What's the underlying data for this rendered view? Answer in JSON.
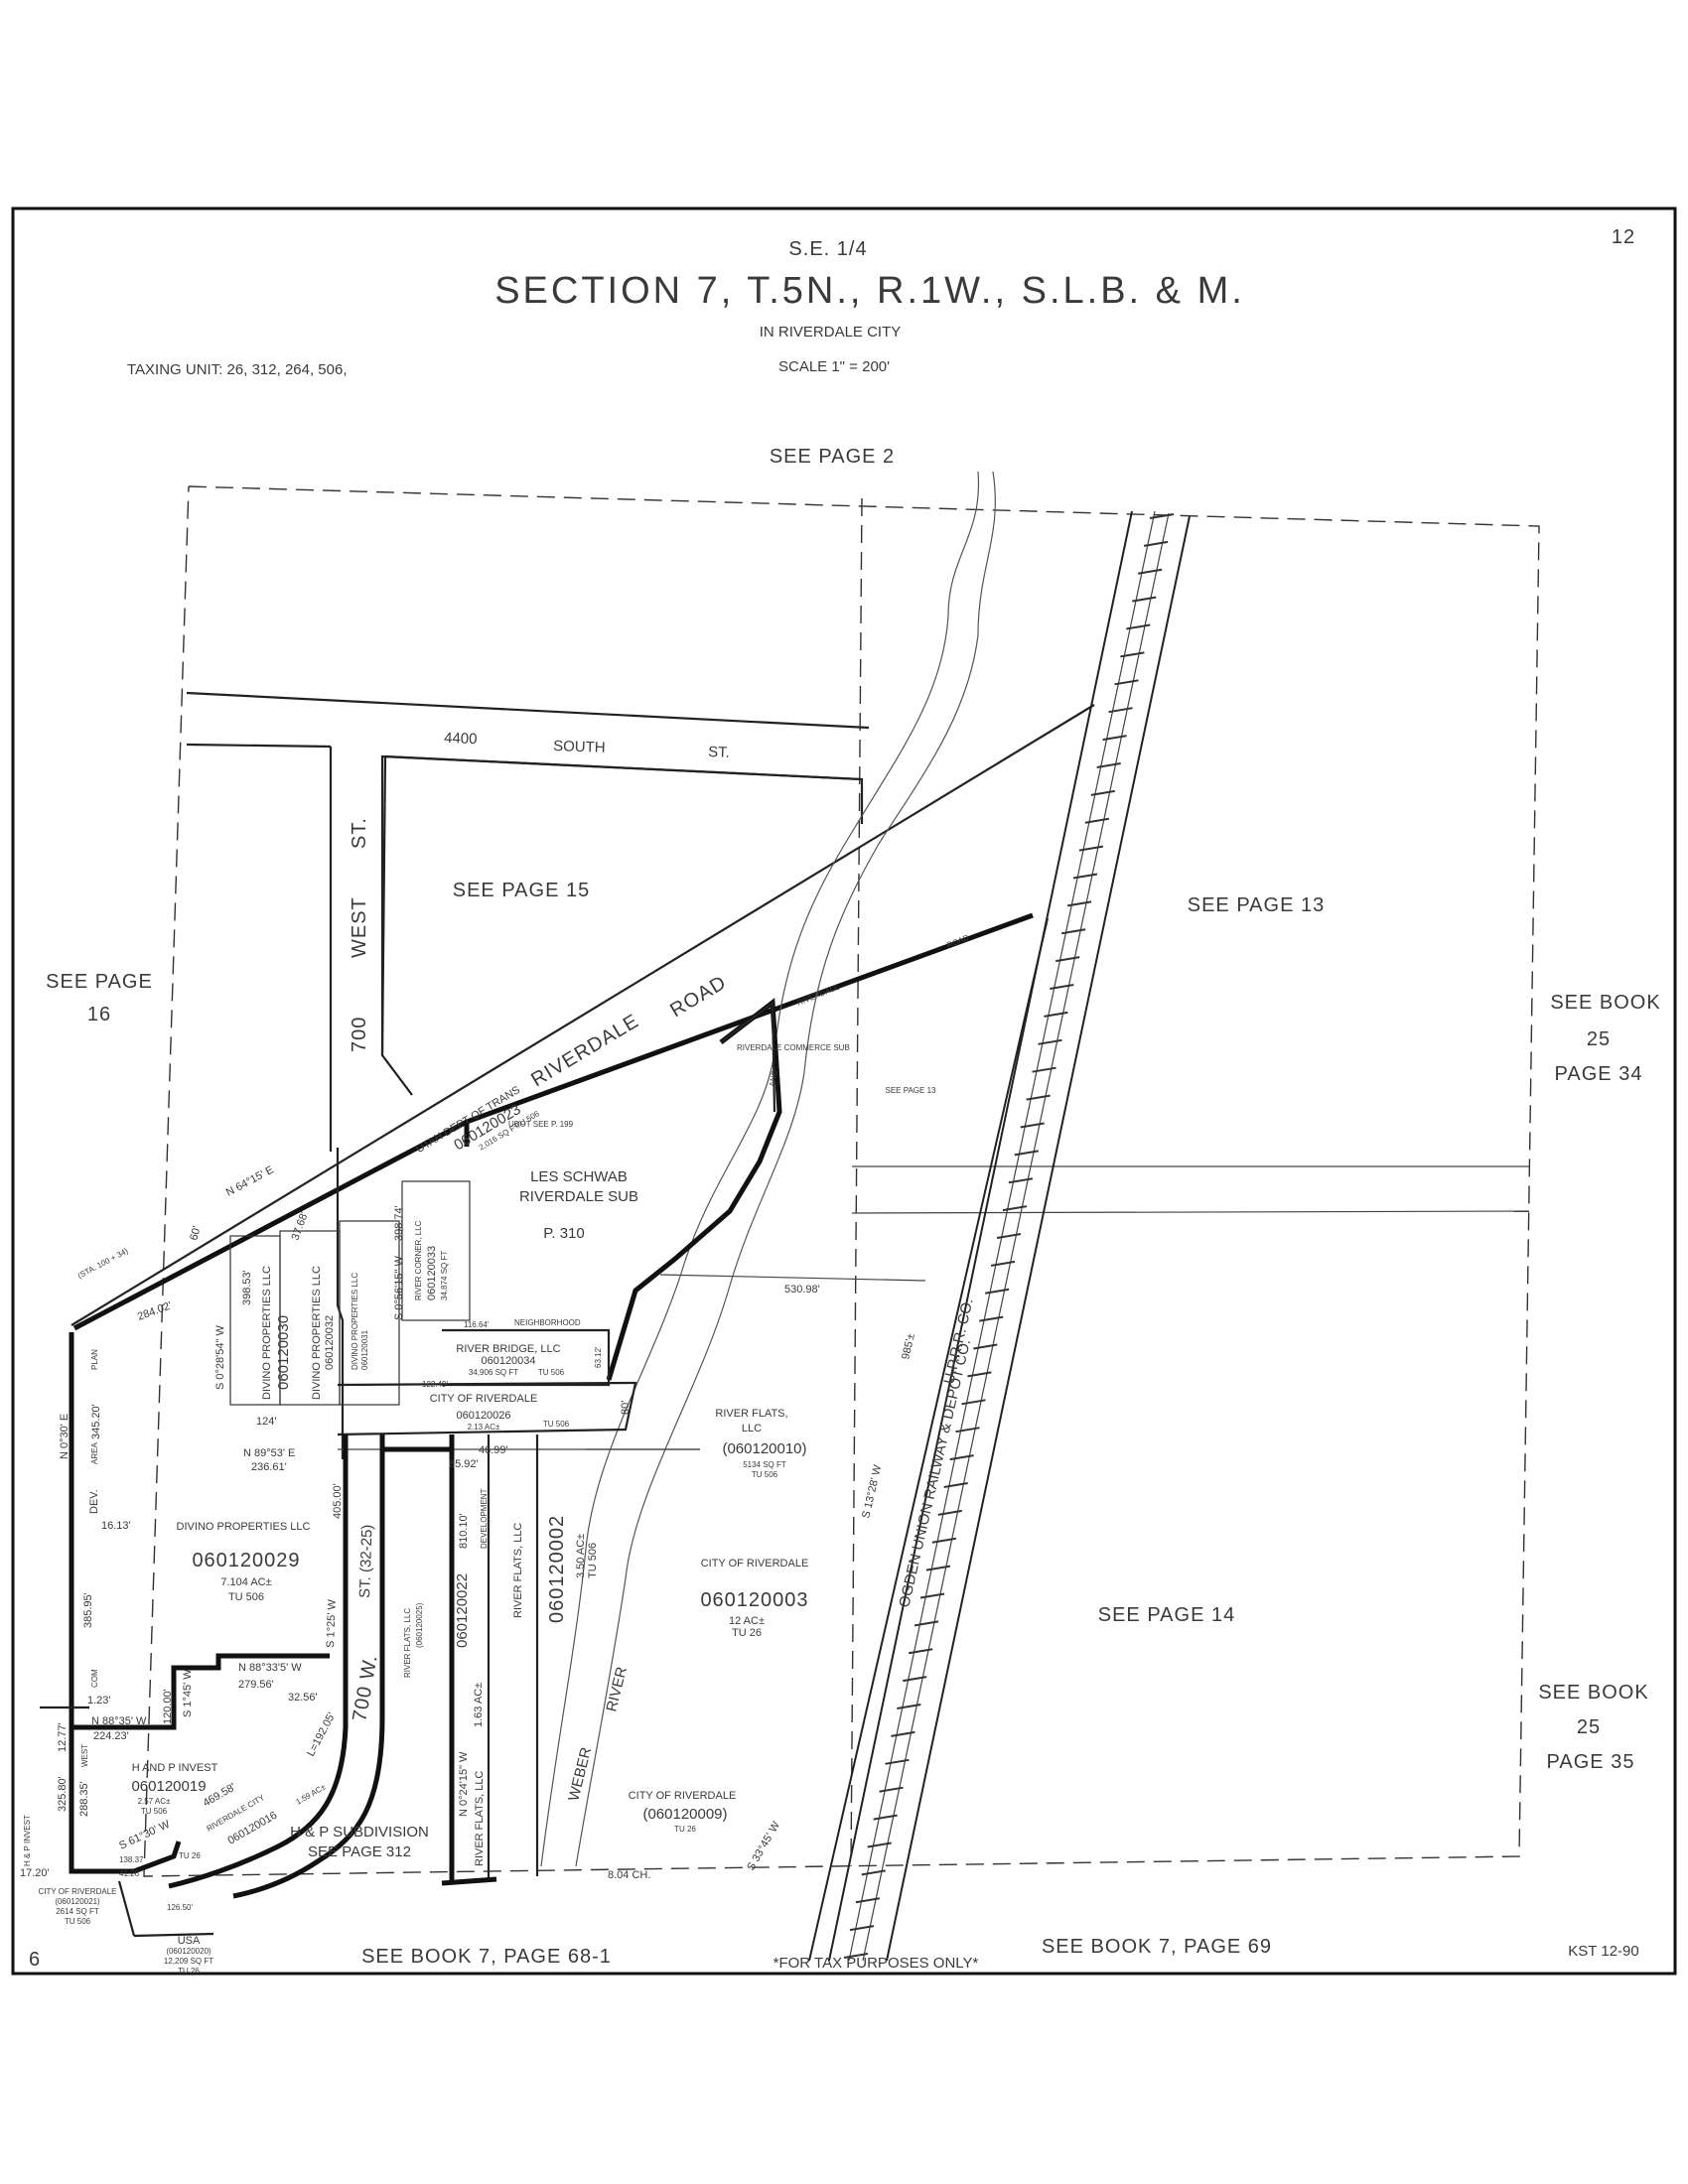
{
  "header": {
    "quarter": "S.E. 1/4",
    "title": "SECTION 7, T.5N., R.1W., S.L.B. & M.",
    "city": "IN RIVERDALE CITY",
    "scale": "SCALE 1\" = 200'",
    "taxing_unit": "TAXING UNIT: 26, 312, 264, 506,",
    "page_number": "12"
  },
  "edges": {
    "top": "SEE PAGE 2",
    "left_1": "SEE PAGE",
    "left_2": "16",
    "right_upper_1": "SEE BOOK",
    "right_upper_2": "25",
    "right_upper_3": "PAGE 34",
    "right_lower_1": "SEE BOOK",
    "right_lower_2": "25",
    "right_lower_3": "PAGE 35",
    "bottom_left": "SEE BOOK 7, PAGE 68-1",
    "bottom_right": "SEE BOOK 7, PAGE 69",
    "bottom_note": "*FOR TAX PURPOSES ONLY*",
    "corner_left": "6",
    "corner_right": "KST 12-90"
  },
  "streets": {
    "south_4400": "4400",
    "south_word": "SOUTH",
    "south_st": "ST.",
    "west_700": "700",
    "west_word": "WEST",
    "west_st": "ST.",
    "riverdale_road": "RIVERDALE",
    "riverdale_road_2": "ROAD",
    "w700_lower": "700 W.",
    "w700_st": "ST. (32-25)",
    "riverdale_small": "RIVERDALE",
    "road_small": "ROAD",
    "weber": "WEBER",
    "river": "RIVER",
    "railway_1": "OGDEN UNION RAILWAY & DEPOT CO.",
    "railway_2": "U.P.R.R. CO."
  },
  "areas": {
    "see_page_15": "SEE PAGE 15",
    "see_page_13": "SEE PAGE 13",
    "see_page_13_small": "SEE PAGE 13",
    "see_page_14": "SEE PAGE 14",
    "hp_sub_1": "H & P SUBDIVISION",
    "hp_sub_2": "SEE PAGE 312",
    "les_schwab_1": "LES SCHWAB",
    "les_schwab_2": "RIVERDALE SUB",
    "les_schwab_3": "P. 310"
  },
  "parcels": {
    "udot_owner": "UTAH DEPT OF TRANS",
    "udot_id": "060120023",
    "udot_area": "2,016 SQ FT",
    "udot_tu": "TU 506",
    "p0029_owner": "DIVINO PROPERTIES LLC",
    "p0029_id": "060120029",
    "p0029_area": "7.104 AC±",
    "p0029_tu": "TU 506",
    "p0030_owner": "DIVINO PROPERTIES LLC",
    "p0030_id": "060120030",
    "p0032_owner": "DIVINO PROPERTIES LLC",
    "p0032_id": "060120032",
    "p0031_owner": "DIVINO PROPERTIES LLC",
    "p0031_id": "060120031",
    "p0033_owner": "RIVER CORNER, LLC",
    "p0033_id": "060120033",
    "p0033_area": "34,874 SQ FT",
    "p0034_owner": "RIVER BRIDGE, LLC",
    "p0034_id": "060120034",
    "p0034_area": "34,906 SQ FT",
    "p0034_tu": "TU 506",
    "p0026_owner": "CITY OF RIVERDALE",
    "p0026_id": "060120026",
    "p0026_area": "2.13 AC±",
    "p0026_tu": "TU 506",
    "p0010_owner_1": "RIVER FLATS,",
    "p0010_owner_2": "LLC",
    "p0010_id": "(060120010)",
    "p0010_area": "5134 SQ FT",
    "p0010_tu": "TU 506",
    "p0003_owner": "CITY OF RIVERDALE",
    "p0003_id": "060120003",
    "p0003_area": "12 AC±",
    "p0003_tu": "TU 26",
    "p0002_owner": "RIVER FLATS, LLC",
    "p0002_id": "060120002",
    "p0002_area": "3.50 AC±",
    "p0002_tu": "TU 506",
    "p0022_owner": "RIVER FLATS, LLC",
    "p0022_id": "060120022",
    "p0022_area": "1.63 AC±",
    "p0025_owner": "RIVER FLATS, LLC",
    "p0025_id": "(060120025)",
    "p0009_owner": "CITY OF RIVERDALE",
    "p0009_id": "(060120009)",
    "p0009_tu": "TU 26",
    "p0019_owner": "H AND P INVEST",
    "p0019_id": "060120019",
    "p0019_area": "2.57 AC±",
    "p0019_tu": "TU 506",
    "p0016_owner": "RIVERDALE CITY",
    "p0016_id": "060120016",
    "p0016_area": "1.59 AC±",
    "p0021_owner": "CITY OF RIVERDALE",
    "p0021_id": "(060120021)",
    "p0021_area": "2614 SQ FT",
    "p0021_tu": "TU 506",
    "p0020_owner": "USA",
    "p0020_id": "(060120020)",
    "p0020_area": "12,209 SQ FT",
    "p0020_tu": "TU 26",
    "hp_invest_small": "H & P INVEST",
    "tu26": "TU 26"
  },
  "bearings": {
    "b1": "N 64°15' E",
    "b2": "(STA. 100 + 34)",
    "b3": "60'",
    "b4": "284.02'",
    "b5": "345.20'",
    "b6": "N 0°30' E",
    "b7": "S 0°28'54\" W",
    "b8": "124'",
    "b9": "N 89°53' E",
    "b10": "236.61'",
    "b11": "16.13'",
    "b12": "385.95'",
    "b13": "1.23'",
    "b14": "N 88°35' W",
    "b15": "224.23'",
    "b16": "S 1°45' W",
    "b17": "120.00'",
    "b18": "N 88°33'5' W",
    "b19": "279.56'",
    "b20": "32.56'",
    "b21": "405.00'",
    "b22": "S 1°25' W",
    "b23": "L=192.05'",
    "b24": "469.58'",
    "b25": "S 61°30' W",
    "b26": "325.80'",
    "b27": "288.35'",
    "b28": "12.77'",
    "b29": "17.20'",
    "b30": "138.37'",
    "b31": "41.26'",
    "b32": "126.50'",
    "b33": "398.74'",
    "b34": "S 0°56'15\" W",
    "b35": "810.10'",
    "b36": "N 0°24'15\" W",
    "b37": "85.92'",
    "b38": "46.99'",
    "b39": "530.98'",
    "b40": "80'",
    "b41": "S 13°28' W",
    "b42": "985'±",
    "b43": "8.04 CH.",
    "b44": "S 33°45' W",
    "b45": "122.49'",
    "b46": "63.12'",
    "b47": "116.64'",
    "b48": "37.68'",
    "b49": "398.53'"
  },
  "small_labels": {
    "neighborhood": "NEIGHBORHOOD",
    "dev": "DEV.",
    "plan": "PLAN",
    "and": "AND",
    "area": "AREA",
    "com": "COM",
    "west": "WEST",
    "development": "DEVELOPMENT",
    "riverdale_comm": "RIVERDALE COMMERCE SUB",
    "udot_see": "UDOT SEE P. 199"
  }
}
